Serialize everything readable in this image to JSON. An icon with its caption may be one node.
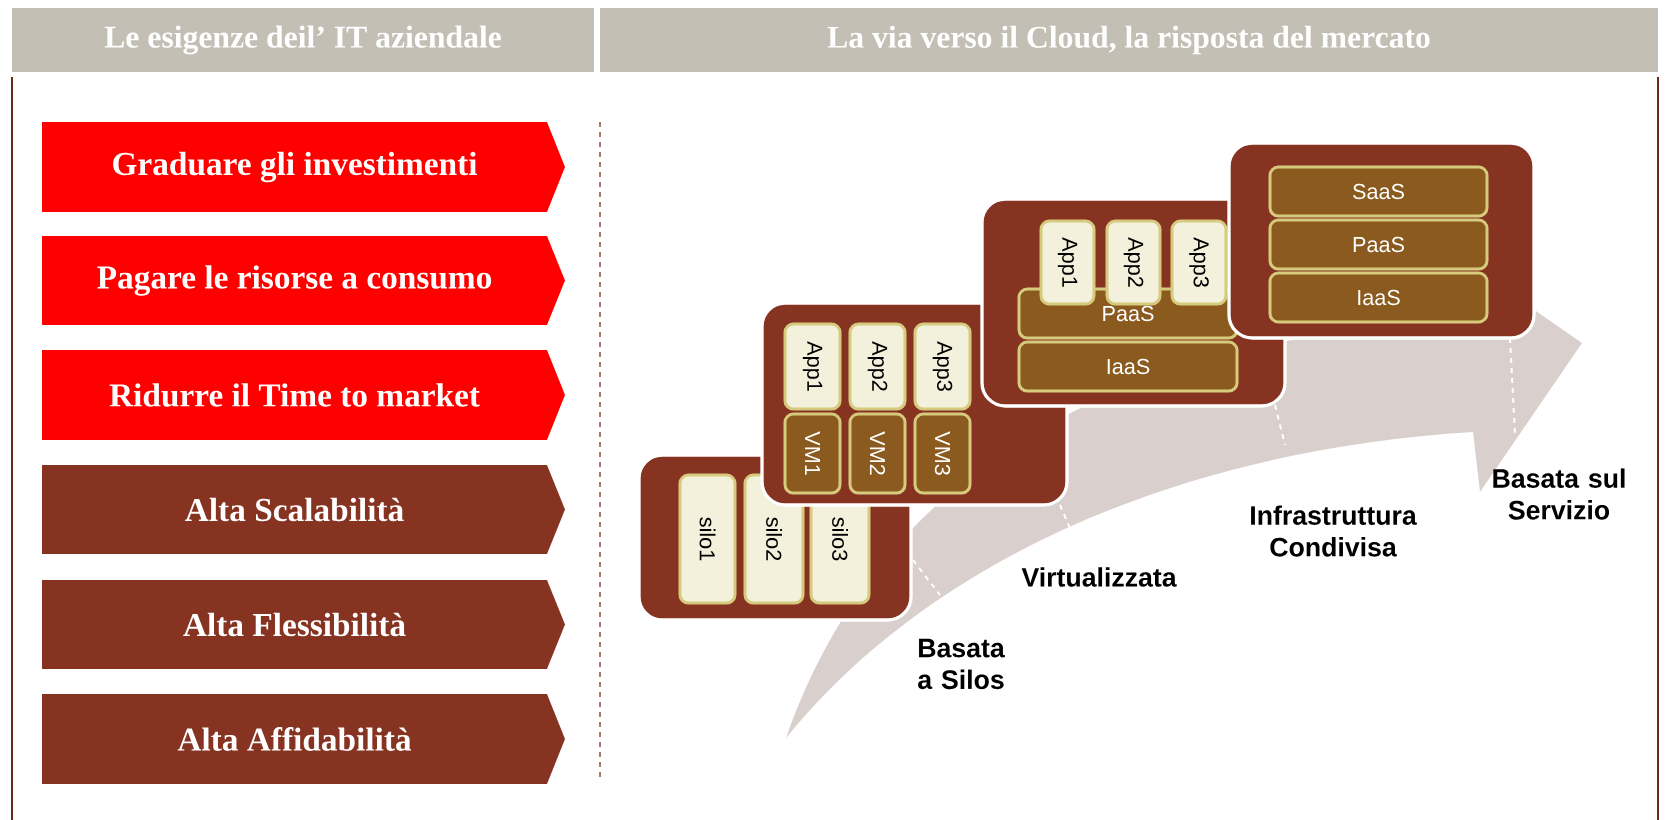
{
  "diagram": {
    "nodes": [
      {
        "text": [
          "Le esigenze deil’ IT aziendale"
        ]
      },
      {
        "text": [
          "La via verso il Cloud, la risposta del mercato"
        ]
      },
      {
        "text": [
          "Graduare gli investimenti"
        ]
      },
      {
        "text": [
          "Pagare le risorse a consumo"
        ]
      },
      {
        "text": [
          "Ridurre il Time to market"
        ]
      },
      {
        "text": [
          "Alta Scalabilità"
        ]
      },
      {
        "text": [
          "Alta Flessibilità"
        ]
      },
      {
        "text": [
          "Alta Affidabilità"
        ]
      },
      {
        "text": [],
        "shape": "box"
      },
      {
        "text": [
          "silo1"
        ],
        "in": 8
      },
      {
        "text": [
          "silo2"
        ],
        "in": 8
      },
      {
        "text": [
          "silo3"
        ],
        "in": 8
      },
      {
        "text": [],
        "shape": "box"
      },
      {
        "text": [
          "App1"
        ],
        "in": 12
      },
      {
        "text": [
          "App2"
        ],
        "in": 12
      },
      {
        "text": [
          "App3"
        ],
        "in": 12
      },
      {
        "text": [
          "VM1"
        ],
        "in": 12
      },
      {
        "text": [
          "VM2"
        ],
        "in": 12
      },
      {
        "text": [
          "VM3"
        ],
        "in": 12
      },
      {
        "text": [],
        "shape": "box"
      },
      {
        "text": [
          "App1"
        ],
        "in": 19
      },
      {
        "text": [
          "App2"
        ],
        "in": 19
      },
      {
        "text": [
          "App3"
        ],
        "in": 19
      },
      {
        "text": [
          "PaaS"
        ],
        "in": 19
      },
      {
        "text": [
          "IaaS"
        ],
        "in": 19
      },
      {
        "text": [],
        "shape": "box"
      },
      {
        "text": [
          "SaaS"
        ],
        "in": 25
      },
      {
        "text": [
          "PaaS"
        ],
        "in": 25
      },
      {
        "text": [
          "IaaS"
        ],
        "in": 25
      }
    ],
    "labels": [
      "Basata a Silos",
      "Virtualizzata",
      "Infrastruttura Condivisa",
      "Basata sul Servizio"
    ]
  }
}
